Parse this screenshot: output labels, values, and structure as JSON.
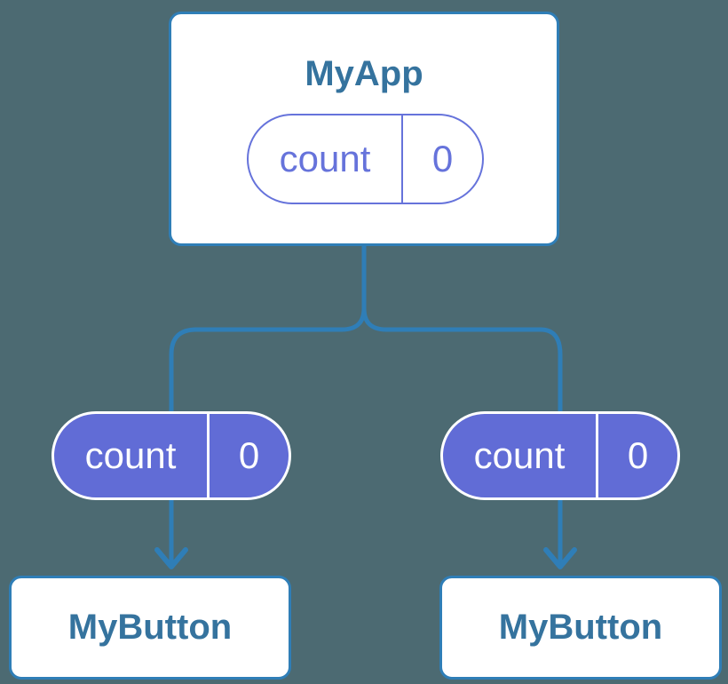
{
  "diagram": {
    "kind": "component-props-tree",
    "root": {
      "title": "MyApp",
      "prop_name": "count",
      "prop_value": "0"
    },
    "left_child": {
      "title": "MyButton",
      "prop_name": "count",
      "prop_value": "0"
    },
    "right_child": {
      "title": "MyButton",
      "prop_name": "count",
      "prop_value": "0"
    },
    "colors": {
      "background": "#4C6A72",
      "line_blue": "#2F7EB7",
      "text_blue": "#35739E",
      "purple_outline": "#6673DB",
      "purple_fill": "#616CD6",
      "card_bg": "#FFFFFF",
      "pill_text_light": "#FFFFFF"
    }
  }
}
